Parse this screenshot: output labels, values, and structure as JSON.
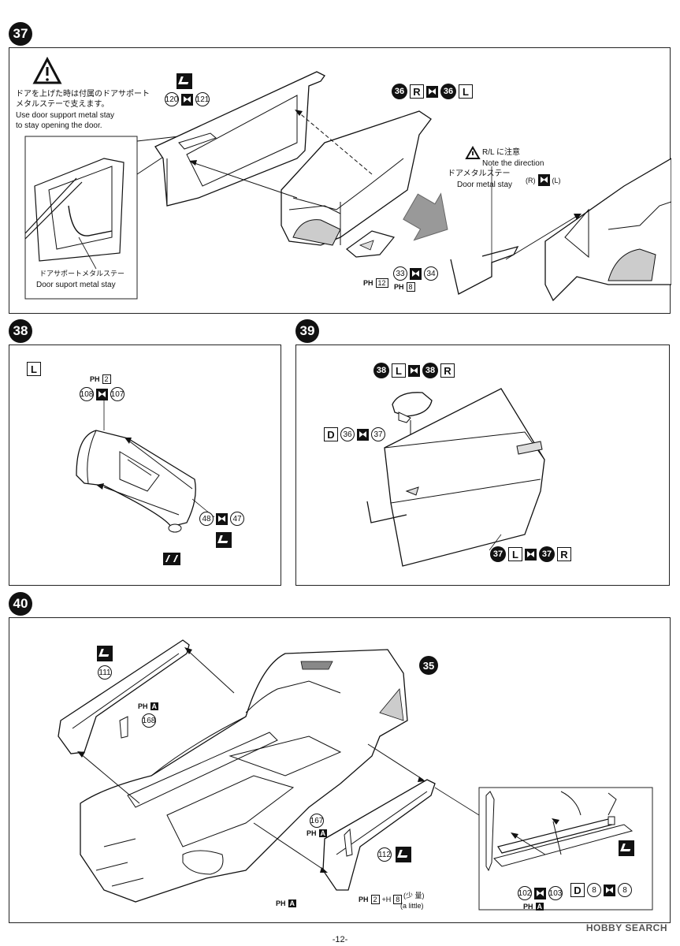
{
  "steps": {
    "s37": {
      "number": "37",
      "warning_ja": "ドアを上げた時は付属のドアサポート",
      "warning_ja2": "メタルステーで支えます。",
      "warning_en": "Use door support metal stay",
      "warning_en2": "to stay opening the door.",
      "parts_top_a": "120",
      "parts_top_b": "121",
      "door_a": "36",
      "door_a_side": "R",
      "door_b": "36",
      "door_b_side": "L",
      "inset_label_ja": "ドアサポートメタルステー",
      "inset_label_en": "Door suport metal stay",
      "note_ja": "R/L に注意",
      "note_en": "Note the direction",
      "note_ja2": "ドアメタルステー",
      "note_en2": "Door metal stay",
      "note_r": "(R)",
      "note_l": "(L)",
      "paint_ph": "PH",
      "paint_12": "12",
      "paint_8": "8",
      "part_33": "33",
      "part_34": "34"
    },
    "s38": {
      "number": "38",
      "side": "L",
      "paint_ph": "PH",
      "paint_2": "2",
      "part_108": "108",
      "part_107": "107",
      "part_48": "48",
      "part_47": "47"
    },
    "s39": {
      "number": "39",
      "top_a": "38",
      "top_a_side": "L",
      "top_b": "38",
      "top_b_side": "R",
      "d_label": "D",
      "d_a": "36",
      "d_b": "37",
      "bot_a": "37",
      "bot_a_side": "L",
      "bot_b": "37",
      "bot_b_side": "R"
    },
    "s40": {
      "number": "40",
      "part_111": "111",
      "paint_ph": "PH",
      "paint_a": "A",
      "part_168": "168",
      "body": "35",
      "part_167": "167",
      "part_112": "112",
      "paint_2": "2",
      "paint_8": "8",
      "little_ja": "(少 量)",
      "little_en": "(a little)",
      "d_label": "D",
      "d_a": "8",
      "d_b": "8",
      "part_102": "102",
      "part_103": "103"
    }
  },
  "page_number": "-12-",
  "watermark": "HOBBY SEARCH"
}
